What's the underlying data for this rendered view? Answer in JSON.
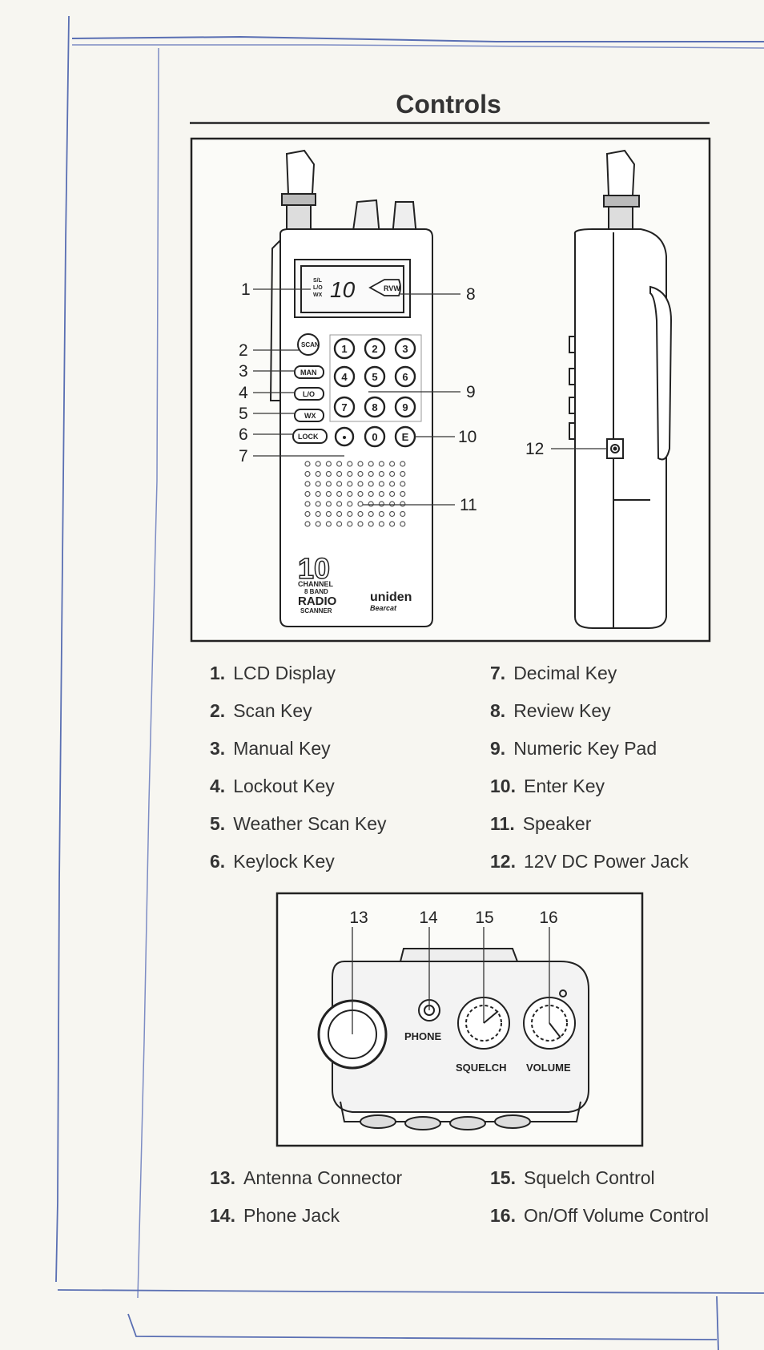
{
  "page": {
    "title": "Controls"
  },
  "figure1": {
    "callouts": [
      "1",
      "2",
      "3",
      "4",
      "5",
      "6",
      "7",
      "8",
      "9",
      "10",
      "11",
      "12"
    ],
    "keys": {
      "scan": "SCAN",
      "manual": "MAN",
      "lockout": "L/O",
      "wx": "WX",
      "lock": "LOCK",
      "review": "RVW",
      "enter": "E",
      "digits": [
        "1",
        "2",
        "3",
        "4",
        "5",
        "6",
        "7",
        "8",
        "9",
        "0"
      ]
    },
    "lcd": {
      "value": "10",
      "labels": [
        "S/L",
        "L/O",
        "WX"
      ]
    },
    "branding": {
      "number": "10",
      "line1": "CHANNEL",
      "line2": "8 BAND",
      "line3": "RADIO",
      "line4": "SCANNER",
      "brand": "uniden",
      "model": "Bearcat"
    }
  },
  "legend_top": {
    "left": [
      {
        "num": "1.",
        "text": "LCD Display"
      },
      {
        "num": "2.",
        "text": "Scan Key"
      },
      {
        "num": "3.",
        "text": "Manual Key"
      },
      {
        "num": "4.",
        "text": "Lockout Key"
      },
      {
        "num": "5.",
        "text": "Weather Scan Key"
      },
      {
        "num": "6.",
        "text": "Keylock Key"
      }
    ],
    "right": [
      {
        "num": "7.",
        "text": "Decimal Key"
      },
      {
        "num": "8.",
        "text": "Review Key"
      },
      {
        "num": "9.",
        "text": "Numeric Key Pad"
      },
      {
        "num": "10.",
        "text": "Enter Key"
      },
      {
        "num": "11.",
        "text": "Speaker"
      },
      {
        "num": "12.",
        "text": "12V DC Power Jack"
      }
    ]
  },
  "figure2": {
    "callouts": [
      "13",
      "14",
      "15",
      "16"
    ],
    "labels": {
      "phone": "PHONE",
      "squelch": "SQUELCH",
      "volume": "VOLUME"
    }
  },
  "legend_bottom": {
    "left": [
      {
        "num": "13.",
        "text": "Antenna Connector"
      },
      {
        "num": "14.",
        "text": "Phone Jack"
      }
    ],
    "right": [
      {
        "num": "15.",
        "text": "Squelch Control"
      },
      {
        "num": "16.",
        "text": "On/Off Volume Control"
      }
    ]
  }
}
